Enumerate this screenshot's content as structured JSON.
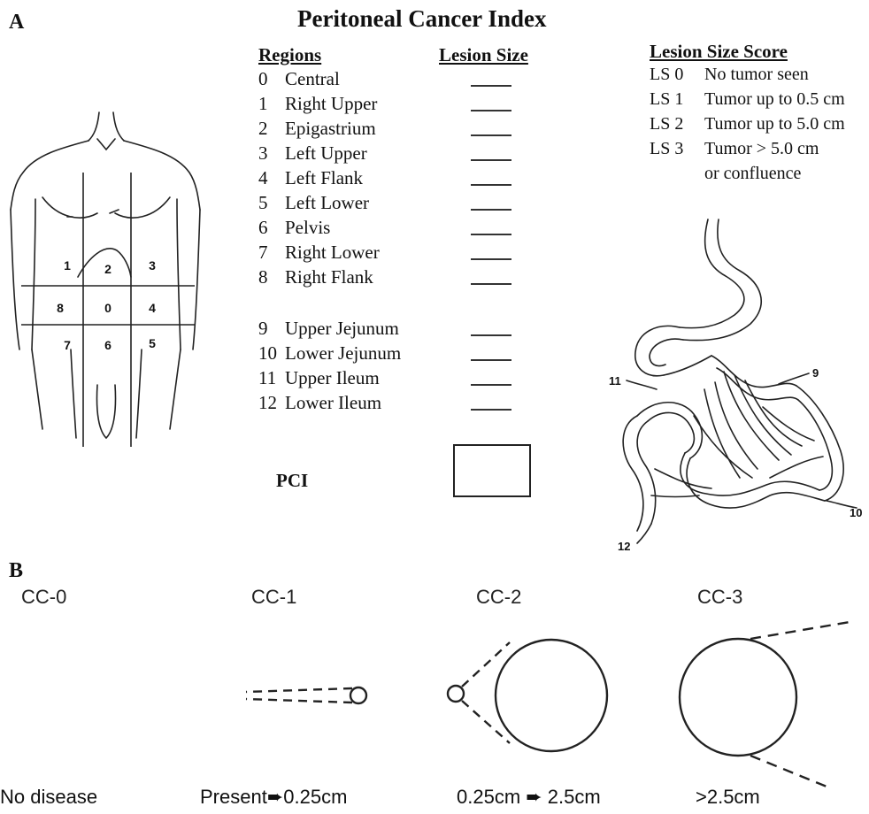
{
  "panel_a": {
    "label": "A",
    "title": "Peritoneal Cancer Index",
    "regions_header": "Regions",
    "lesion_size_header": "Lesion Size",
    "regions": [
      {
        "num": "0",
        "name": "Central"
      },
      {
        "num": "1",
        "name": "Right Upper"
      },
      {
        "num": "2",
        "name": "Epigastrium"
      },
      {
        "num": "3",
        "name": "Left Upper"
      },
      {
        "num": "4",
        "name": "Left Flank"
      },
      {
        "num": "5",
        "name": "Left Lower"
      },
      {
        "num": "6",
        "name": "Pelvis"
      },
      {
        "num": "7",
        "name": "Right Lower"
      },
      {
        "num": "8",
        "name": "Right Flank"
      },
      {
        "num": "9",
        "name": "Upper Jejunum"
      },
      {
        "num": "10",
        "name": "Lower Jejunum"
      },
      {
        "num": "11",
        "name": "Upper Ileum"
      },
      {
        "num": "12",
        "name": "Lower Ileum"
      }
    ],
    "pci_label": "PCI",
    "score_header": "Lesion Size Score",
    "scores": [
      {
        "code": "LS 0",
        "desc": "No tumor seen"
      },
      {
        "code": "LS 1",
        "desc": "Tumor up to 0.5 cm"
      },
      {
        "code": "LS 2",
        "desc": "Tumor up to 5.0 cm"
      },
      {
        "code": "LS 3",
        "desc": "Tumor > 5.0 cm"
      }
    ],
    "score_continuation": "or confluence",
    "torso_numbers": [
      "1",
      "2",
      "3",
      "8",
      "0",
      "4",
      "7",
      "6",
      "5"
    ],
    "intestine_labels": [
      "11",
      "9",
      "12",
      "10"
    ]
  },
  "panel_b": {
    "label": "B",
    "items": [
      {
        "code": "CC-0",
        "desc": "No disease"
      },
      {
        "code": "CC-1",
        "desc": "Present➨0.25cm"
      },
      {
        "code": "CC-2",
        "desc": "0.25cm ➨ 2.5cm"
      },
      {
        "code": "CC-3",
        "desc": ">2.5cm"
      }
    ]
  }
}
